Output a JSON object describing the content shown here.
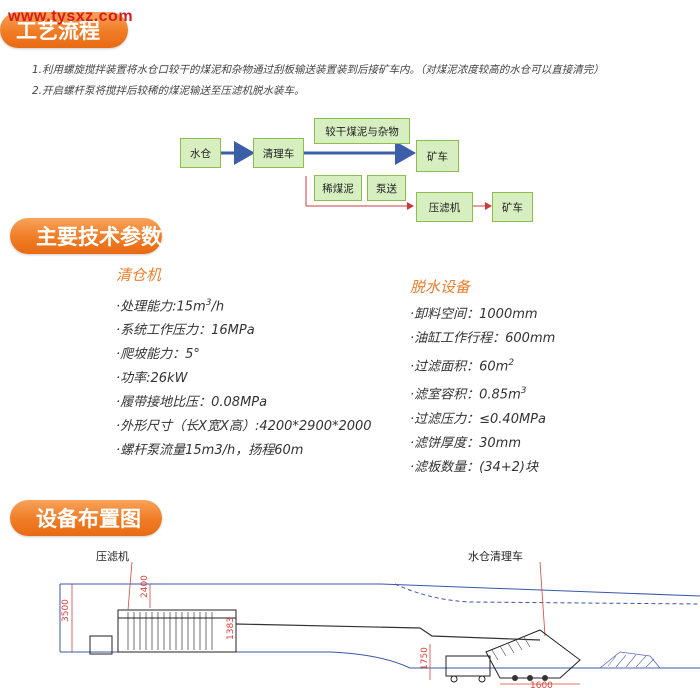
{
  "watermark": "www.tysxz.com",
  "sections": {
    "process": "工艺流程",
    "tech": "主要技术参数",
    "layout": "设备布置图"
  },
  "notes": [
    "1.利用螺旋搅拌装置将水仓口较干的煤泥和杂物通过刮板输送装置装到后接矿车内。（对煤泥浓度较高的水仓可以直接清完）",
    "2.开启螺杆泵将搅拌后较稀的煤泥输送至压滤机脱水装车。"
  ],
  "flow": {
    "shuicang": "水仓",
    "qinglice": "清理车",
    "jiaogan": "较干煤泥与杂物",
    "kuangche1": "矿车",
    "ximeini": "稀煤泥",
    "bengsong": "泵送",
    "yalvji": "压滤机",
    "kuangche2": "矿车"
  },
  "cleaner": {
    "title": "清仓机",
    "capacity_label": "·处理能力:15m",
    "capacity_sup": "3",
    "capacity_unit": "/h",
    "pressure": "·系统工作压力：16MPa",
    "climb": "·爬坡能力：5°",
    "power": "·功率:26kW",
    "track_pressure": "·履带接地比压：0.08MPa",
    "dimensions": "·外形尺寸（长X宽X高）:4200*2900*2000",
    "pump": "·螺杆泵流量15m3/h，扬程60m"
  },
  "dewater": {
    "title": "脱水设备",
    "unload_space": "·卸料空间：1000mm",
    "cylinder_stroke": "·油缸工作行程：600mm",
    "filter_area_label": "·过滤面积：60m",
    "filter_area_sup": "2",
    "chamber_label": "·滤室容积：0.85m",
    "chamber_sup": "3",
    "filter_pressure": "·过滤压力：≤0.40MPa",
    "cake_thickness": "·滤饼厚度：30mm",
    "plate_count": "·滤板数量：(34+2)块"
  },
  "drawing": {
    "label_filter": "压滤机",
    "label_cleaner": "水仓清理车",
    "dim_3500": "3500",
    "dim_2400": "2400",
    "dim_1383": "1383",
    "dim_1750": "1750",
    "dim_1600": "1600"
  }
}
